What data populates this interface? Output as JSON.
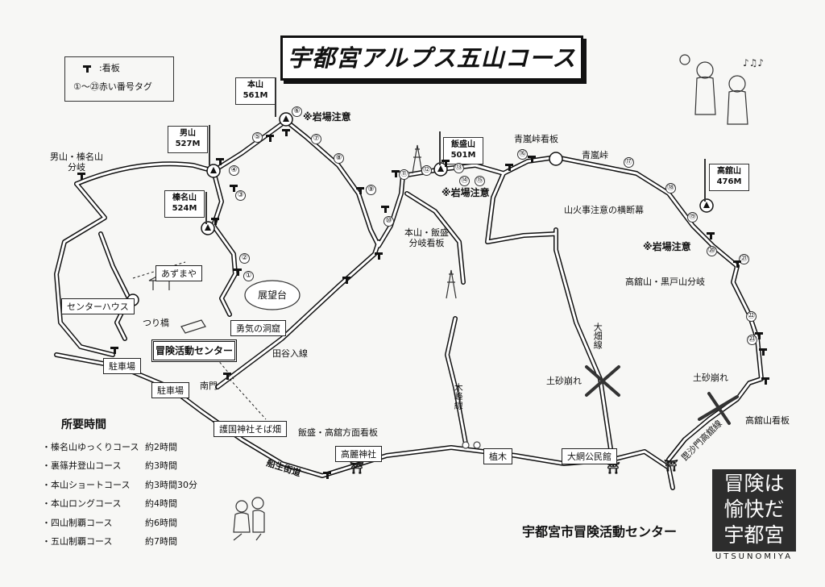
{
  "title": "宇都宮アルプス五山コース",
  "legend": {
    "sign_label": ":看板",
    "tag_label": "①〜㉓赤い番号タグ"
  },
  "peaks": [
    {
      "name": "本山",
      "elev": "561M"
    },
    {
      "name": "男山",
      "elev": "527M"
    },
    {
      "name": "榛名山",
      "elev": "524M"
    },
    {
      "name": "飯盛山",
      "elev": "501M"
    },
    {
      "name": "高舘山",
      "elev": "476M"
    }
  ],
  "warnings": [
    "※岩場注意",
    "※岩場注意",
    "※岩場注意"
  ],
  "tags": [
    "①",
    "②",
    "③",
    "④",
    "⑤",
    "⑥",
    "⑦",
    "⑧",
    "⑨",
    "⑩",
    "⑪",
    "⑫",
    "⑬",
    "⑭",
    "⑮",
    "⑯",
    "⑰",
    "⑱",
    "⑲",
    "⑳",
    "㉑",
    "㉒",
    "㉓"
  ],
  "labels": {
    "junction_left": "男山・榛名山\n分岐",
    "honzan_iimori": "本山・飯盛\n分岐看板",
    "seiran_sign": "青嵐峠看板",
    "seiran": "青嵐峠",
    "fire_banner": "山火事注意の横断幕",
    "takadate_kurito": "高舘山・黒戸山分岐",
    "landslide1": "土砂崩れ",
    "landslide2": "土砂崩れ",
    "takadate_sign": "高舘山看板",
    "taya_line": "田谷入線",
    "kimine_line": "木峰線",
    "ohata_line": "大畑線",
    "bishamon_line": "毘沙門高舘線",
    "funyu_road": "船生街道",
    "iimori_sign": "飯盛・高舘方面看板",
    "bridge": "つり橋",
    "south_gate": "南門"
  },
  "boxes": {
    "azumaya": "あずまや",
    "center_house": "センターハウス",
    "observatory": "展望台",
    "cave": "勇気の洞窟",
    "parking1": "駐車場",
    "parking2": "駐車場",
    "gokoku": "護国神社そば畑",
    "korai": "高麗神社",
    "ueki": "植木",
    "ohami": "大網公民館"
  },
  "center_name": "冒険活動センター",
  "required_time": {
    "heading": "所要時間",
    "courses": [
      {
        "name": "・榛名山ゆっくりコース",
        "time": "約2時間"
      },
      {
        "name": "・裏篠井登山コース",
        "time": "約3時間"
      },
      {
        "name": "・本山ショートコース",
        "time": "約3時間30分"
      },
      {
        "name": "・本山ロングコース",
        "time": "約4時間"
      },
      {
        "name": "・四山制覇コース",
        "time": "約6時間"
      },
      {
        "name": "・五山制覇コース",
        "time": "約7時間"
      }
    ]
  },
  "footer": "宇都宮市冒険活動センター",
  "logo": {
    "lines": [
      "冒険は",
      "愉快だ",
      "宇都宮"
    ],
    "sub": "UTSUNOMIYA"
  }
}
